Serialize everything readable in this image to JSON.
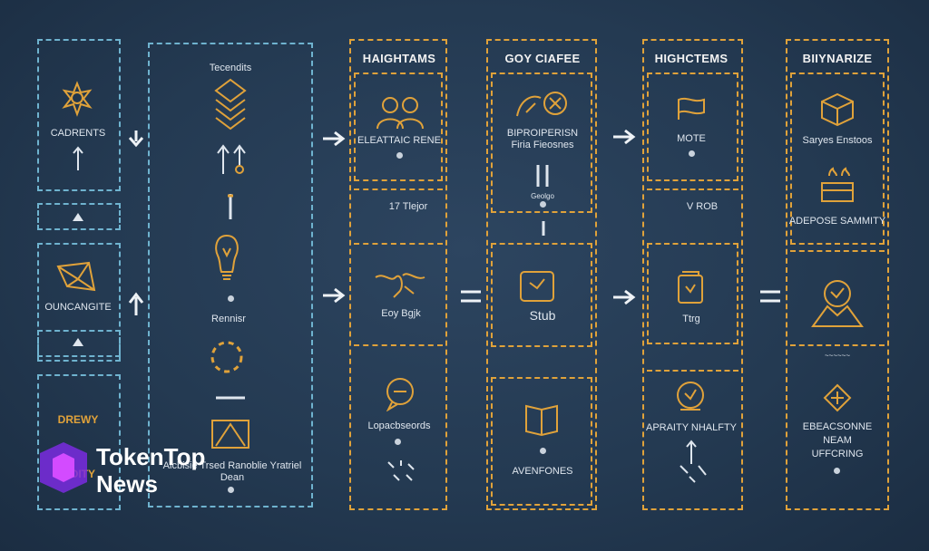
{
  "columns": {
    "col1": {
      "labels": [
        "CADRENTS",
        "OUNCANGITE",
        "DREWY",
        "MOITY"
      ]
    },
    "col2": {
      "labels": [
        "Tecendits",
        "Rennisr",
        "Alcbisie Trsed Ranoblie Yratriel Dean"
      ]
    },
    "col3": {
      "header": "HAIGHTAMS",
      "labels": [
        "ELEATTAIC RENE",
        "17 Tlejor",
        "Eoy Bgjk",
        "Lopacbseords"
      ]
    },
    "col4": {
      "header": "GOY CIAFEE",
      "labels": [
        "BIPROIPERISN\nFiria Fieosnes",
        "Geolgo",
        "Stub",
        "AVENFONES"
      ]
    },
    "col5": {
      "header": "HIGHCTEMS",
      "labels": [
        "MOTE",
        "V ROB",
        "Ttrg",
        "APRAITY NHALFTY"
      ]
    },
    "col6": {
      "header": "BIIYNARIZE",
      "labels": [
        "Saryes Enstoos",
        "ADEPOSE SAMMITY",
        "EBEACSONNE\nNEAM\nUFFCRING"
      ]
    }
  },
  "brand": {
    "line1": "TokenTop",
    "line2": "News"
  },
  "colors": {
    "blue": "#6fb3cf",
    "gold": "#e0a23a",
    "text": "#dfe6ee",
    "background": "#243a52"
  },
  "icons": [
    "flower-icon",
    "layers-icon",
    "lightbulb-icon",
    "people-icon",
    "puzzle-icon",
    "box-icon",
    "candle-icon",
    "mountain-icon",
    "book-icon",
    "chat-icon",
    "diamond-icon",
    "document-icon",
    "star-icon"
  ]
}
